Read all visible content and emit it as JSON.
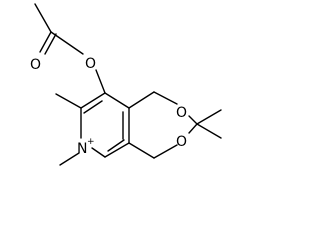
{
  "atoms": {
    "carbonyl_oxygen": "O",
    "ester_oxygen": "O",
    "ring_oxygen_upper": "O",
    "ring_oxygen_lower": "O",
    "pyridinium_nitrogen": "N",
    "nitrogen_charge": "+"
  },
  "colors": {
    "bond": "#000000",
    "label": "#000000",
    "background": "#ffffff"
  }
}
